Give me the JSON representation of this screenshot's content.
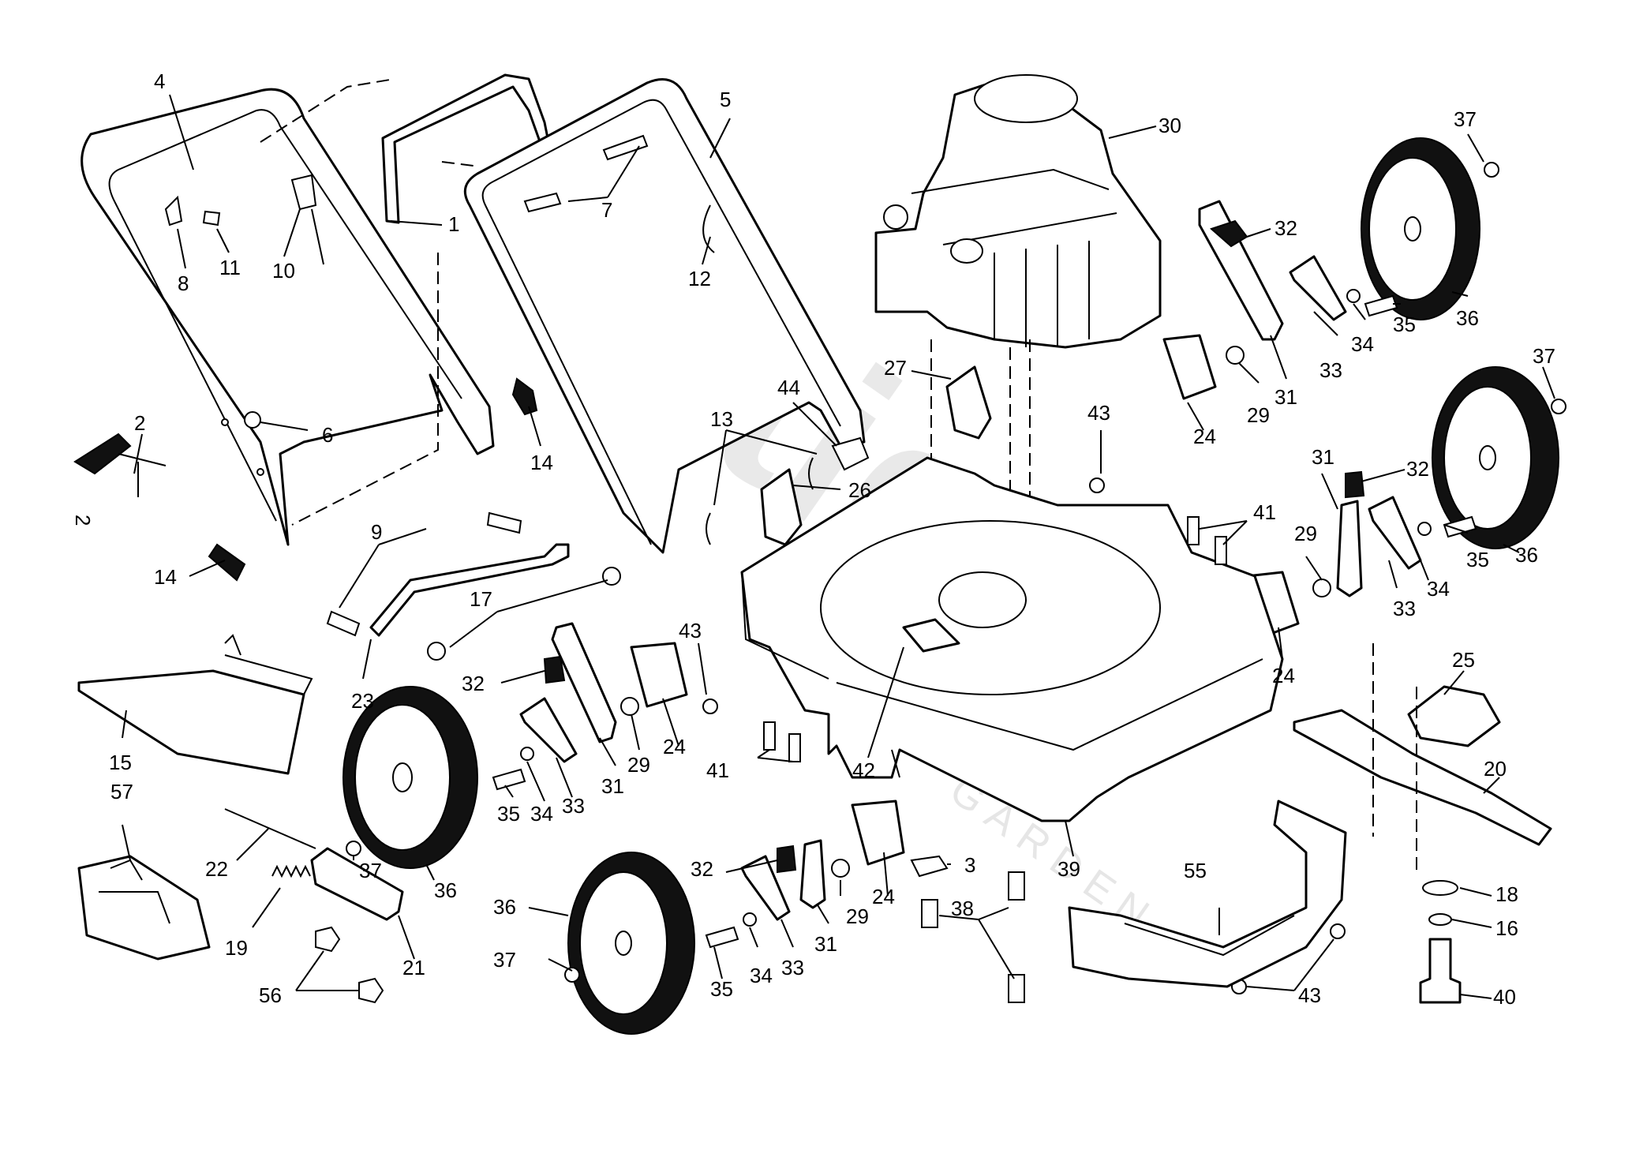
{
  "watermark": {
    "brand": "Stiga",
    "subtext": "GARDEN"
  },
  "side_mark": "2",
  "callouts": [
    {
      "id": "c4",
      "text": "4"
    },
    {
      "id": "c5",
      "text": "5"
    },
    {
      "id": "c30",
      "text": "30"
    },
    {
      "id": "c37a",
      "text": "37"
    },
    {
      "id": "c1",
      "text": "1"
    },
    {
      "id": "c7",
      "text": "7"
    },
    {
      "id": "c32a",
      "text": "32"
    },
    {
      "id": "c8",
      "text": "8"
    },
    {
      "id": "c11",
      "text": "11"
    },
    {
      "id": "c10",
      "text": "10"
    },
    {
      "id": "c12",
      "text": "12"
    },
    {
      "id": "c35a",
      "text": "35"
    },
    {
      "id": "c36a",
      "text": "36"
    },
    {
      "id": "c34a",
      "text": "34"
    },
    {
      "id": "c33a",
      "text": "33"
    },
    {
      "id": "c27",
      "text": "27"
    },
    {
      "id": "c29a",
      "text": "29"
    },
    {
      "id": "c31a",
      "text": "31"
    },
    {
      "id": "c37b",
      "text": "37"
    },
    {
      "id": "c44",
      "text": "44"
    },
    {
      "id": "c43a",
      "text": "43"
    },
    {
      "id": "c2",
      "text": "2"
    },
    {
      "id": "c6",
      "text": "6"
    },
    {
      "id": "c13",
      "text": "13"
    },
    {
      "id": "c24a",
      "text": "24"
    },
    {
      "id": "c14a",
      "text": "14"
    },
    {
      "id": "c31b",
      "text": "31"
    },
    {
      "id": "c32b",
      "text": "32"
    },
    {
      "id": "c26",
      "text": "26"
    },
    {
      "id": "c41a",
      "text": "41"
    },
    {
      "id": "c29b",
      "text": "29"
    },
    {
      "id": "c9",
      "text": "9"
    },
    {
      "id": "c35b",
      "text": "35"
    },
    {
      "id": "c36b",
      "text": "36"
    },
    {
      "id": "c14b",
      "text": "14"
    },
    {
      "id": "c34b",
      "text": "34"
    },
    {
      "id": "c33b",
      "text": "33"
    },
    {
      "id": "c17",
      "text": "17"
    },
    {
      "id": "c43b",
      "text": "43"
    },
    {
      "id": "c24b",
      "text": "24"
    },
    {
      "id": "c25",
      "text": "25"
    },
    {
      "id": "c32c",
      "text": "32"
    },
    {
      "id": "c23",
      "text": "23"
    },
    {
      "id": "c15",
      "text": "15"
    },
    {
      "id": "c29c",
      "text": "29"
    },
    {
      "id": "c24c",
      "text": "24"
    },
    {
      "id": "c41b",
      "text": "41"
    },
    {
      "id": "c42",
      "text": "42"
    },
    {
      "id": "c20",
      "text": "20"
    },
    {
      "id": "c31c",
      "text": "31"
    },
    {
      "id": "c57",
      "text": "57"
    },
    {
      "id": "c35c",
      "text": "35"
    },
    {
      "id": "c34c",
      "text": "34"
    },
    {
      "id": "c33c",
      "text": "33"
    },
    {
      "id": "c32d",
      "text": "32"
    },
    {
      "id": "c3",
      "text": "3"
    },
    {
      "id": "c22",
      "text": "22"
    },
    {
      "id": "c37c",
      "text": "37"
    },
    {
      "id": "c36c",
      "text": "36"
    },
    {
      "id": "c39",
      "text": "39"
    },
    {
      "id": "c55",
      "text": "55"
    },
    {
      "id": "c24d",
      "text": "24"
    },
    {
      "id": "c18",
      "text": "18"
    },
    {
      "id": "c36d",
      "text": "36"
    },
    {
      "id": "c29d",
      "text": "29"
    },
    {
      "id": "c38",
      "text": "38"
    },
    {
      "id": "c16",
      "text": "16"
    },
    {
      "id": "c31d",
      "text": "31"
    },
    {
      "id": "c19",
      "text": "19"
    },
    {
      "id": "c37d",
      "text": "37"
    },
    {
      "id": "c34d",
      "text": "34"
    },
    {
      "id": "c33d",
      "text": "33"
    },
    {
      "id": "c21",
      "text": "21"
    },
    {
      "id": "c35d",
      "text": "35"
    },
    {
      "id": "c56",
      "text": "56"
    },
    {
      "id": "c43c",
      "text": "43"
    },
    {
      "id": "c40",
      "text": "40"
    }
  ]
}
